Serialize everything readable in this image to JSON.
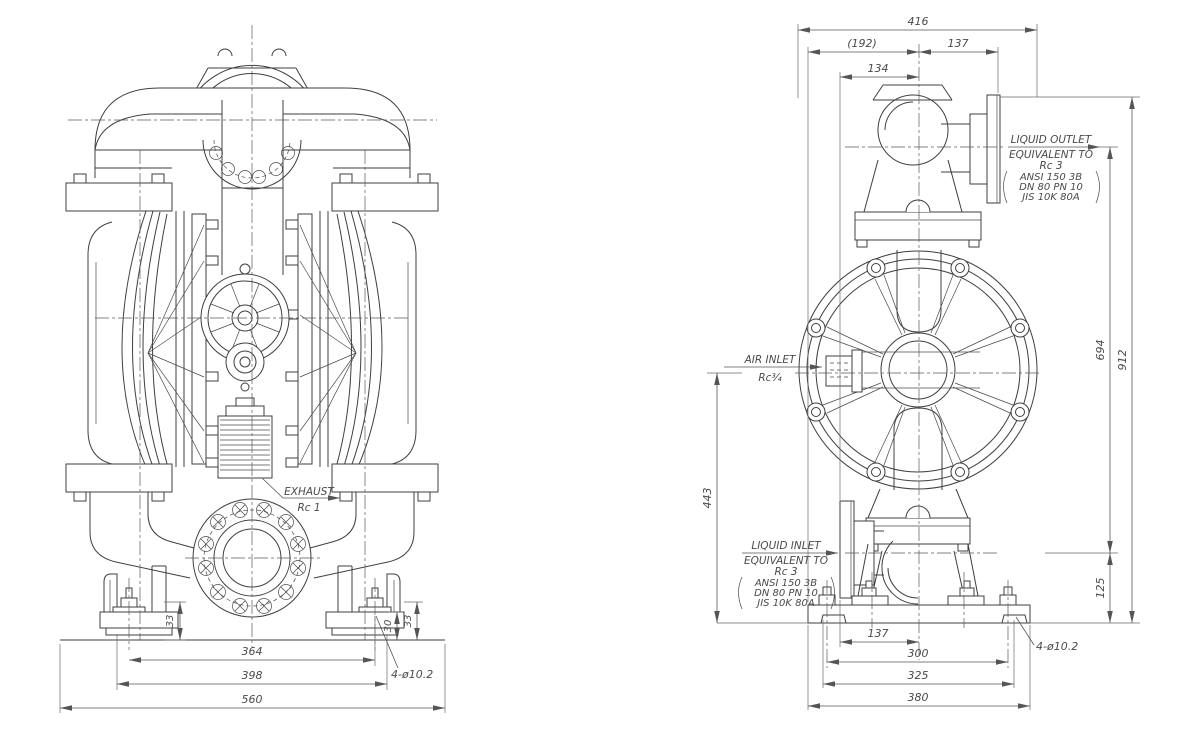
{
  "drawing": {
    "front_view": {
      "exhaust_label": {
        "line1": "EXHAUST",
        "line2": "Rc 1"
      },
      "dims": {
        "foot_bolt_span": "364",
        "foot_span": "398",
        "overall_width": "560",
        "mount_holes": "4-ø10.2",
        "foot_height_left": "33",
        "foot_height_right_inner": "30",
        "foot_height_right_outer": "33"
      }
    },
    "side_view": {
      "liquid_outlet_label": {
        "line1": "LIQUID OUTLET",
        "line2": "EQUIVALENT TO",
        "line3": "Rc 3",
        "line4": "ANSI 150  3B",
        "line5": "DN 80  PN 10",
        "line6": "JIS 10K  80A"
      },
      "air_inlet_label": {
        "line1": "AIR INLET",
        "line2": "Rc¾"
      },
      "liquid_inlet_label": {
        "line1": "LIQUID INLET",
        "line2": "EQUIVALENT TO",
        "line3": "Rc 3",
        "line4": "ANSI 150  3B",
        "line5": "DN 80  PN 10",
        "line6": "JIS 10K  80A"
      },
      "dims": {
        "top_overall": "416",
        "top_ref": "(192)",
        "top_outlet": "137",
        "top_inlet": "134",
        "outlet_height": "694",
        "overall_height": "912",
        "air_inlet_height": "443",
        "inlet_height": "125",
        "base_inlet_offset": "137",
        "base_bolt_span": "300",
        "base_slot_span": "325",
        "base_width": "380",
        "mount_holes": "4-ø10.2"
      }
    }
  }
}
